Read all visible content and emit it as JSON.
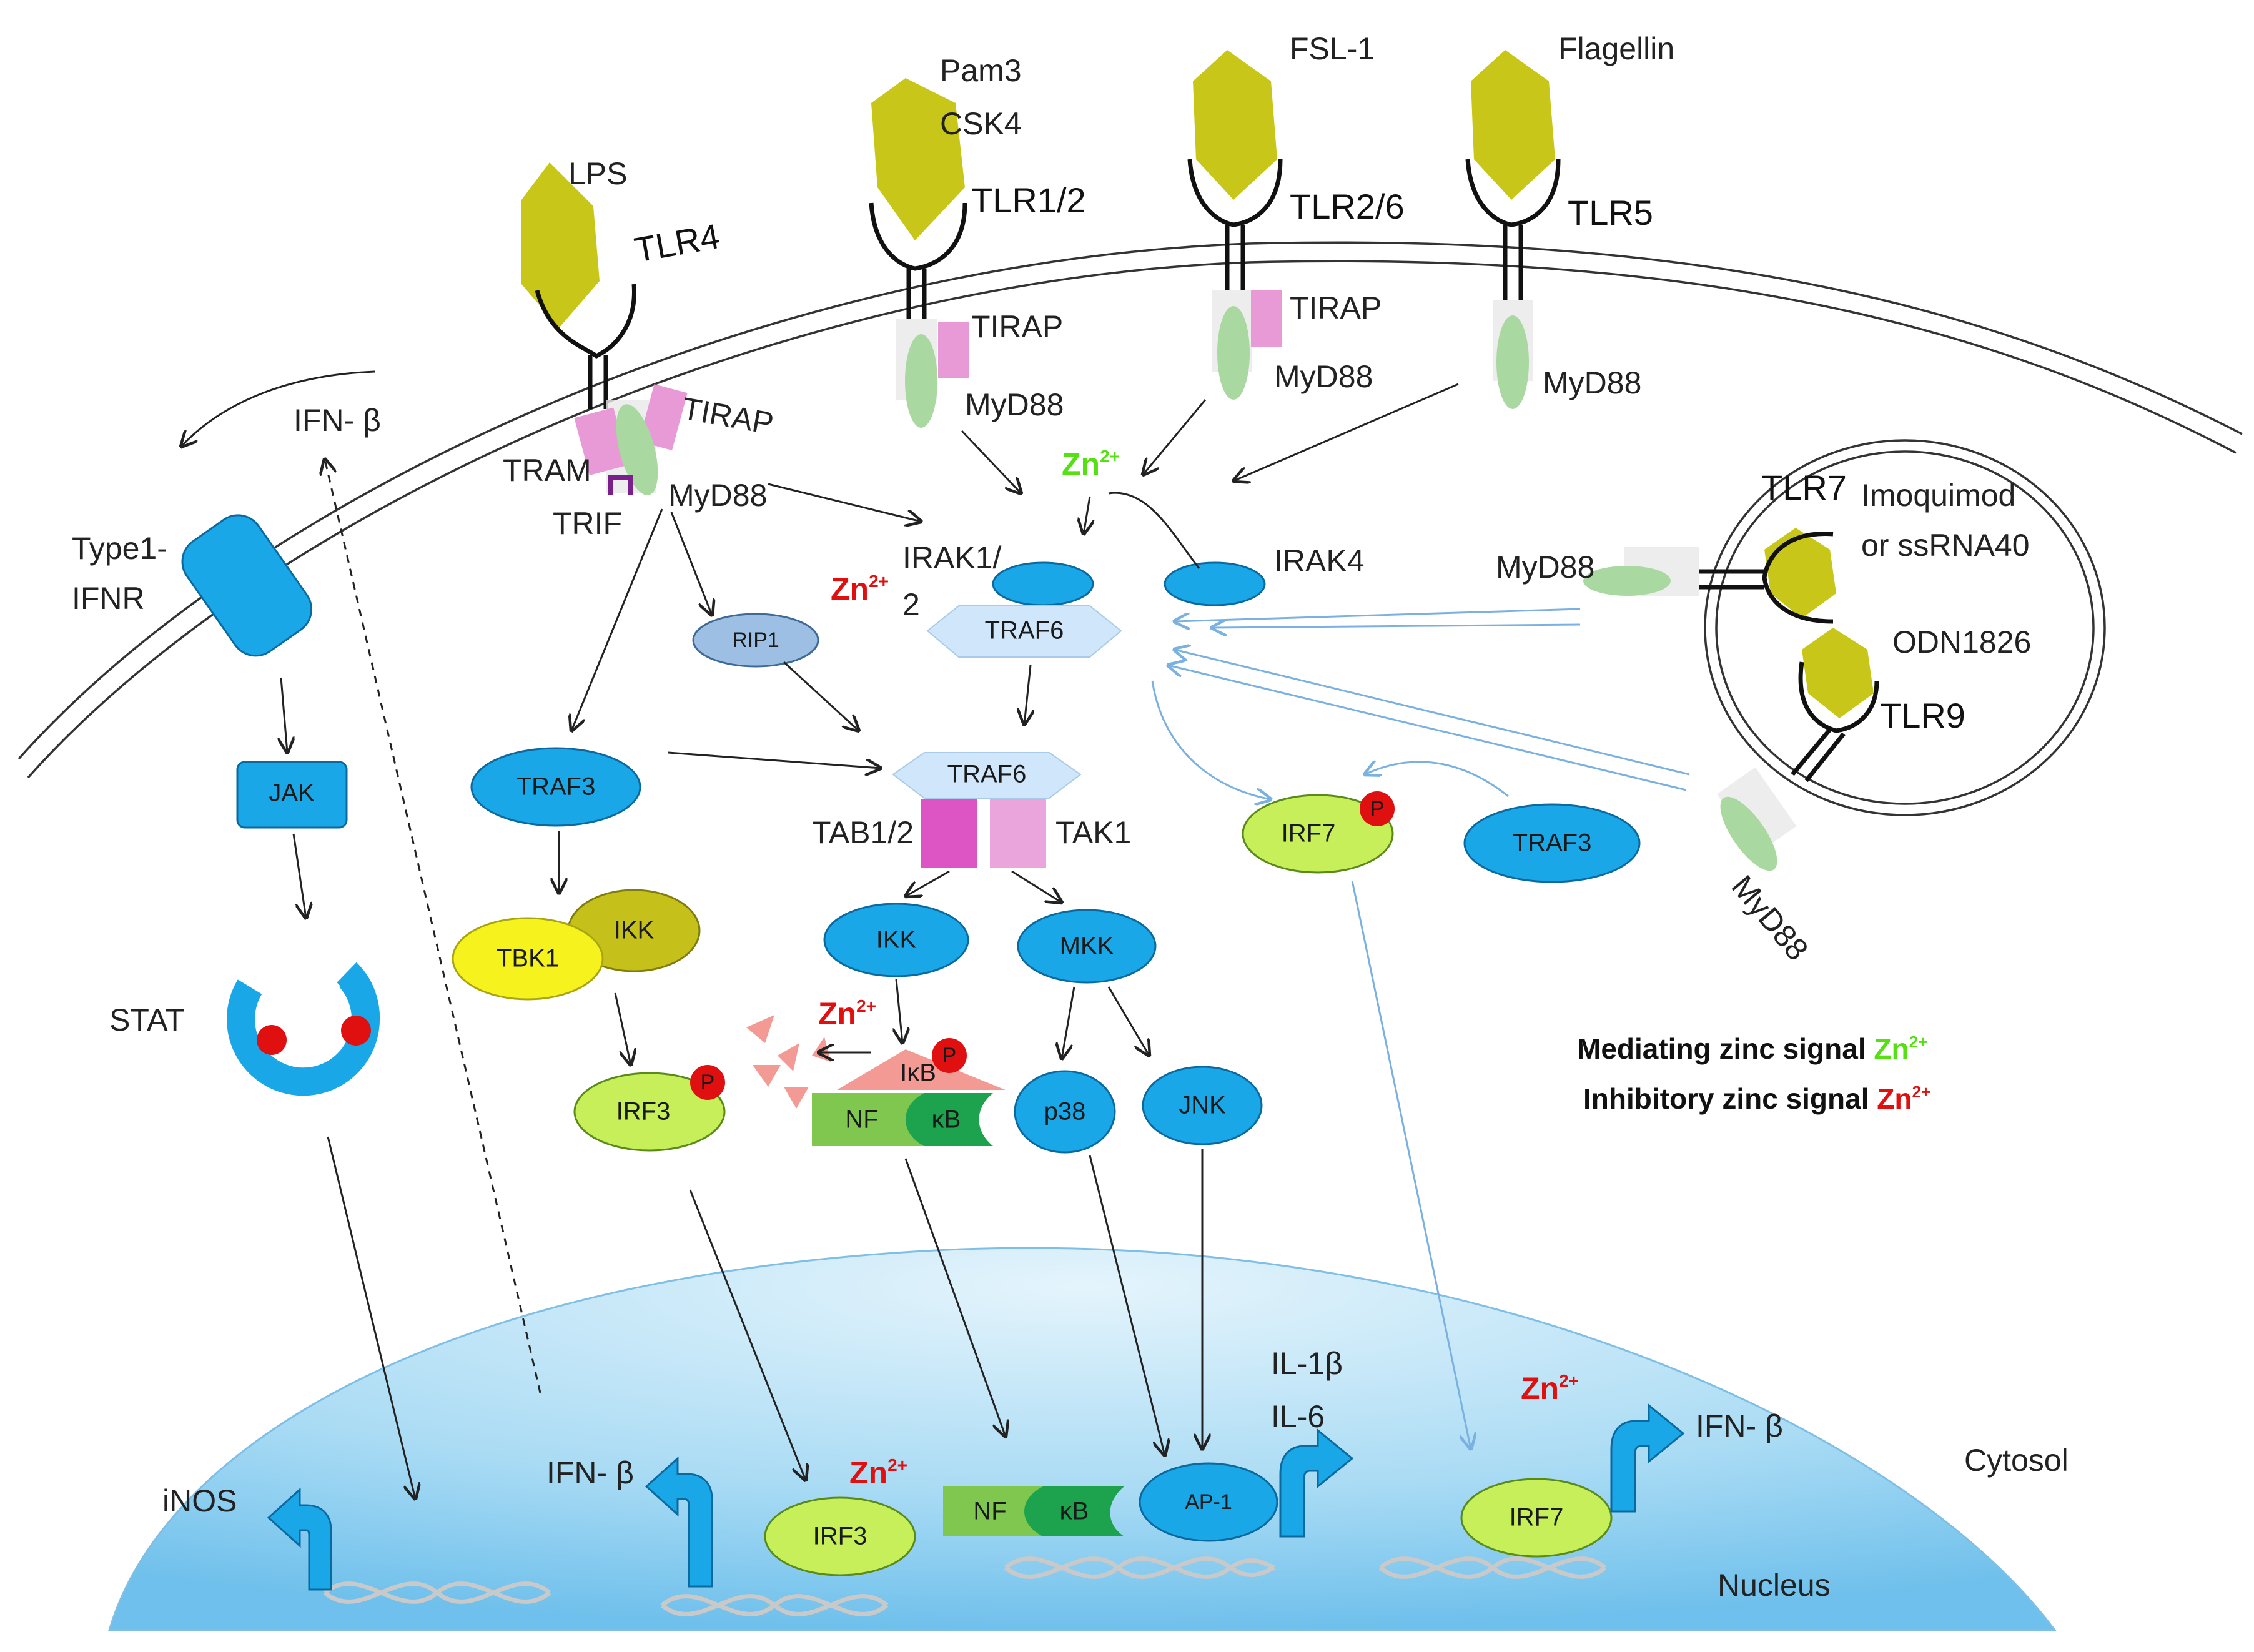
{
  "ligands": {
    "lps": "LPS",
    "pam3_line1": "Pam3",
    "pam3_line2": "CSK4",
    "fsl1": "FSL-1",
    "flagellin": "Flagellin",
    "imiquimod_line1": "Imoquimod",
    "imiquimod_line2": "or ssRNA40",
    "odn": "ODN1826"
  },
  "receptors": {
    "tlr4": "TLR4",
    "tlr12": "TLR1/2",
    "tlr26": "TLR2/6",
    "tlr5": "TLR5",
    "tlr7": "TLR7",
    "tlr9": "TLR9"
  },
  "adaptors": {
    "tirap": "TIRAP",
    "myd88": "MyD88",
    "tram": "TRAM",
    "trif": "TRIF"
  },
  "signaling": {
    "irak12_line1": "IRAK1/",
    "irak12_line2": "2",
    "irak4": "IRAK4",
    "traf6": "TRAF6",
    "rip1": "RIP1",
    "traf3": "TRAF3",
    "tab12": "TAB1/2",
    "tak1": "TAK1",
    "ikk": "IKK",
    "mkk": "MKK",
    "tbk1": "TBK1",
    "irf3": "IRF3",
    "irf7": "IRF7",
    "ikb": "IκB",
    "nf": "NF",
    "kb": "κB",
    "p38": "p38",
    "jnk": "JNK",
    "ap1": "AP-1",
    "p": "P"
  },
  "ifn_pathway": {
    "ifnb": "IFN- β",
    "type1_line1": "Type1-",
    "type1_line2": "IFNR",
    "jak": "JAK",
    "stat": "STAT"
  },
  "outputs": {
    "inos": "iNOS",
    "ifnb": "IFN- β",
    "il1b": "IL-1β",
    "il6": "IL-6"
  },
  "zinc": {
    "zn": "Zn",
    "sup": "2+"
  },
  "legend": {
    "mediating": "Mediating zinc signal ",
    "inhibitory": "Inhibitory zinc signal "
  },
  "compartments": {
    "cytosol": "Cytosol",
    "nucleus": "Nucleus"
  },
  "colors": {
    "ligand": "#c9c61a",
    "node_blue": "#1aa7e8",
    "node_lightgreen": "#c6ef5a",
    "tirap_pink": "#e79ad6",
    "myd88_green": "#a9d8a0",
    "traf6_lightblue": "#cfe6fb",
    "zn_mediating": "#55e012",
    "zn_inhibitory": "#e01010",
    "p_red": "#e01010",
    "nucleus": "#8ecdf0"
  }
}
